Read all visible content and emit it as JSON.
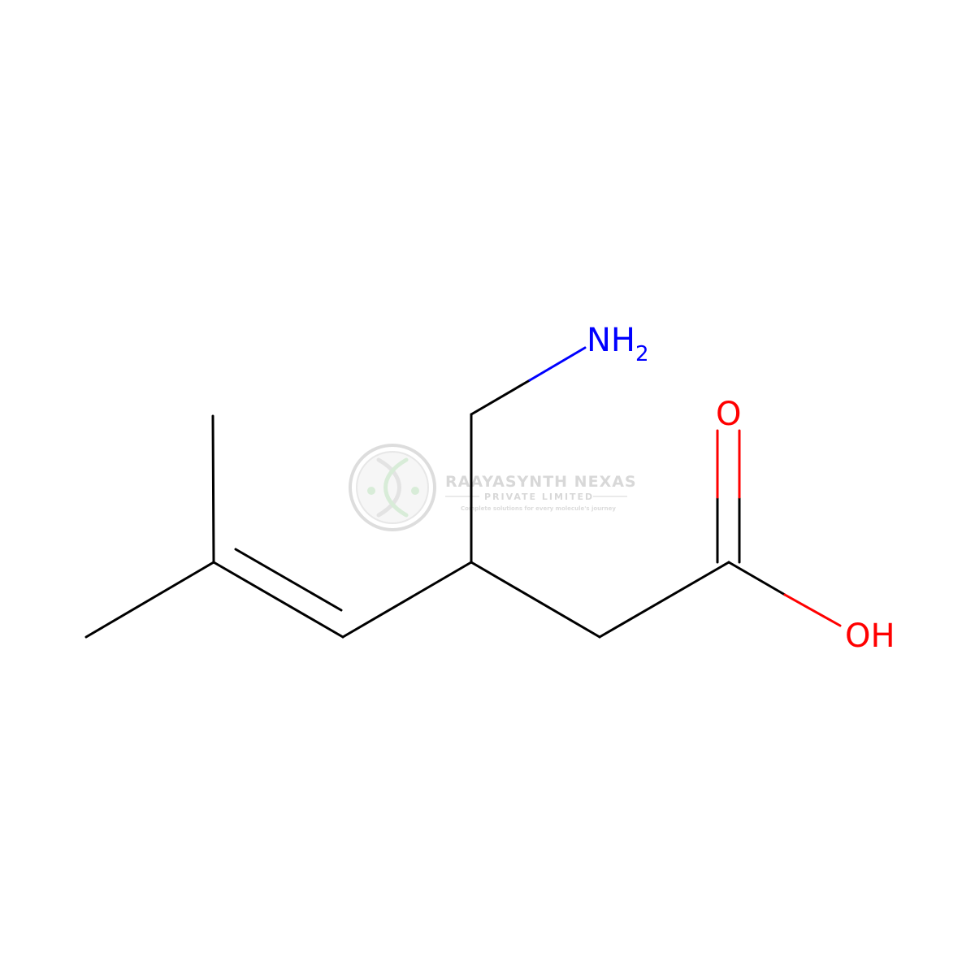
{
  "molecule": {
    "atoms": {
      "amine": {
        "element": "NH",
        "subscript": "2"
      },
      "carbonyl_oxygen": {
        "element": "O"
      },
      "hydroxyl": {
        "element": "OH"
      }
    }
  },
  "watermark": {
    "company": "RAAYASYNTH NEXAS",
    "subtitle": "PRIVATE LIMITED",
    "tagline": "Complete solutions for every molecule's journey"
  },
  "colors": {
    "bond": "#000000",
    "nitrogen": "#0000ff",
    "oxygen": "#ff0000",
    "watermark": "#d9d9d9",
    "watermark_accent": "#cfe8cf"
  }
}
